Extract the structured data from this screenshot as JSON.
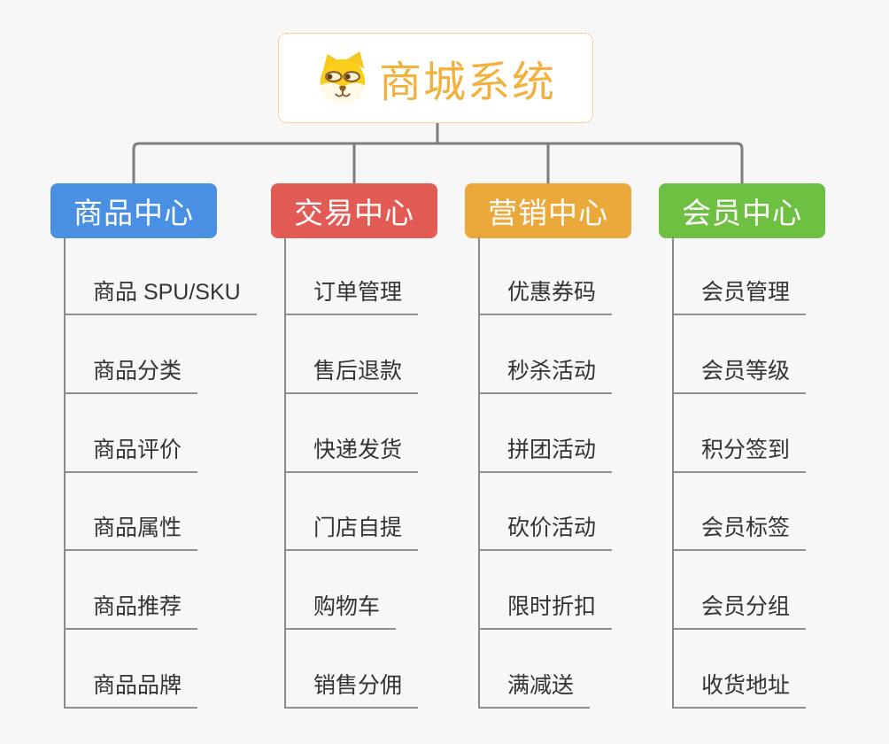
{
  "root": {
    "title": "商城系统",
    "icon": "dog-face-icon",
    "title_color": "#F2B13E",
    "border_color": "#F0A93F"
  },
  "connector_color": "#7D7D7D",
  "line_color": "#8F8F8F",
  "branches": [
    {
      "label": "商品中心",
      "color": "#4A90E2",
      "children": [
        "商品 SPU/SKU",
        "商品分类",
        "商品评价",
        "商品属性",
        "商品推荐",
        "商品品牌"
      ]
    },
    {
      "label": "交易中心",
      "color": "#E25B55",
      "children": [
        "订单管理",
        "售后退款",
        "快递发货",
        "门店自提",
        "购物车",
        "销售分佣"
      ]
    },
    {
      "label": "营销中心",
      "color": "#EBA93C",
      "children": [
        "优惠券码",
        "秒杀活动",
        "拼团活动",
        "砍价活动",
        "限时折扣",
        "满减送"
      ]
    },
    {
      "label": "会员中心",
      "color": "#6EC043",
      "children": [
        "会员管理",
        "会员等级",
        "积分签到",
        "会员标签",
        "会员分组",
        "收货地址"
      ]
    }
  ]
}
